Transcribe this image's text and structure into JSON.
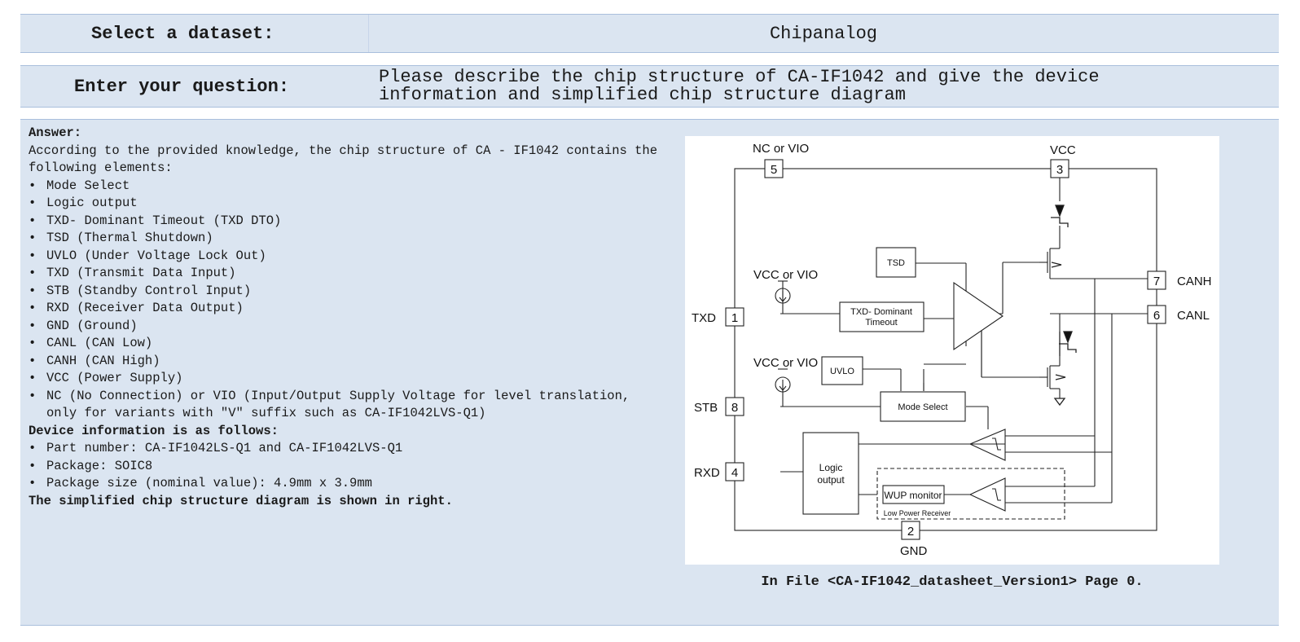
{
  "dataset": {
    "label": "Select a dataset:",
    "value": "Chipanalog"
  },
  "question": {
    "label": "Enter your question:",
    "value": "Please describe the chip structure of CA-IF1042 and give the device\ninformation and simplified chip structure diagram"
  },
  "answer": {
    "heading": "Answer:",
    "intro": "According to the provided knowledge, the chip structure of CA - IF1042 contains the following elements:",
    "elements": [
      "Mode Select",
      "Logic output",
      "TXD- Dominant Timeout (TXD DTO)",
      "TSD (Thermal Shutdown)",
      "UVLO (Under Voltage Lock Out)",
      "TXD (Transmit Data Input)",
      "STB (Standby Control Input)",
      "RXD (Receiver Data Output)",
      "GND (Ground)",
      "CANL (CAN Low)",
      "CANH (CAN High)",
      "VCC (Power Supply)",
      "NC (No Connection) or VIO (Input/Output Supply Voltage for level translation, only for variants with \"V\" suffix such as CA-IF1042LVS-Q1)"
    ],
    "device_heading": "Device information is as follows:",
    "device_items": [
      "Part number: CA-IF1042LS-Q1 and CA-IF1042LVS-Q1",
      "Package: SOIC8",
      "Package size (nominal value): 4.9mm x 3.9mm"
    ],
    "closing": "The simplified chip structure diagram is shown in right."
  },
  "diagram": {
    "labels": {
      "nc_vio": "NC or VIO",
      "vcc": "VCC",
      "vcc_or_vio_1": "VCC or VIO",
      "vcc_or_vio_2": "VCC or VIO",
      "txd": "TXD",
      "stb": "STB",
      "rxd": "RXD",
      "canh": "CANH",
      "canl": "CANL",
      "gnd": "GND",
      "tsd": "TSD",
      "txd_dto_1": "TXD- Dominant",
      "txd_dto_2": "Timeout",
      "uvlo": "UVLO",
      "mode_select": "Mode Select",
      "logic_output_1": "Logic",
      "logic_output_2": "output",
      "wup_monitor": "WUP monitor",
      "low_power_receiver": "Low Power Receiver"
    },
    "pins": {
      "p5": "5",
      "p3": "3",
      "p1": "1",
      "p8": "8",
      "p4": "4",
      "p7": "7",
      "p6": "6",
      "p2": "2"
    }
  },
  "source": "In File <CA-IF1042_datasheet_Version1> Page 0."
}
